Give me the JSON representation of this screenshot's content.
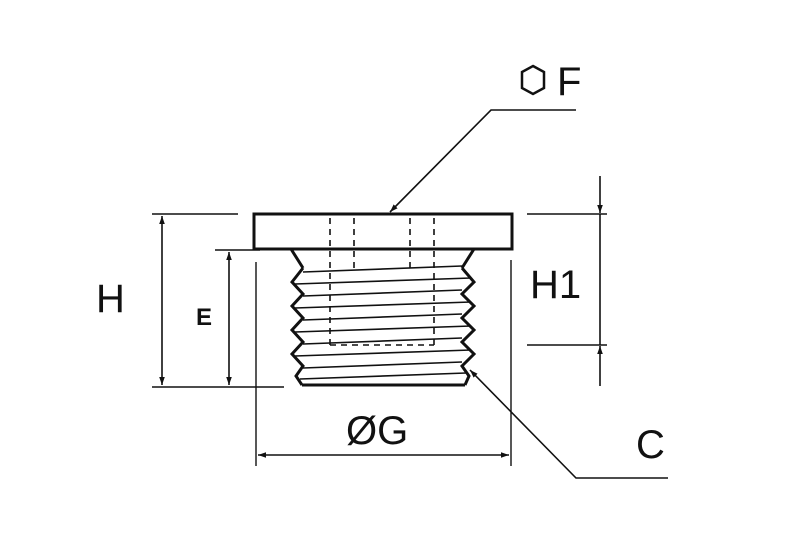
{
  "diagram": {
    "labels": {
      "hex_wrench_size": "F",
      "overall_height": "H",
      "thread_length": "E",
      "head_height": "H1",
      "thread_diameter": "ØG",
      "chamfer": "C"
    },
    "hex_symbol_icon": "hexagon-icon",
    "colors": {
      "line": "#111111",
      "background": "#ffffff"
    }
  }
}
